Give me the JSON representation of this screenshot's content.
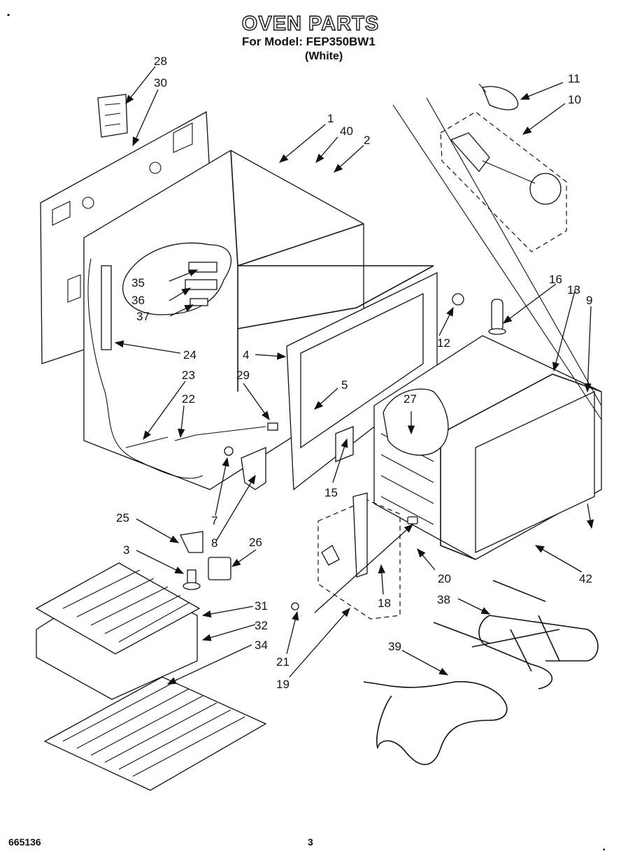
{
  "header": {
    "title": "OVEN PARTS",
    "model_line": "For Model: FEP350BW1",
    "color_line": "(White)"
  },
  "footer": {
    "doc_number": "665136",
    "page_number": "3"
  },
  "marks": {
    "top_left": "▪",
    "bottom_right": "▪"
  },
  "callouts": [
    {
      "id": "c28",
      "label": "28"
    },
    {
      "id": "c30",
      "label": "30"
    },
    {
      "id": "c1",
      "label": "1"
    },
    {
      "id": "c40",
      "label": "40"
    },
    {
      "id": "c2",
      "label": "2"
    },
    {
      "id": "c11",
      "label": "11"
    },
    {
      "id": "c10",
      "label": "10"
    },
    {
      "id": "c35",
      "label": "35"
    },
    {
      "id": "c36",
      "label": "36"
    },
    {
      "id": "c37",
      "label": "37"
    },
    {
      "id": "c24",
      "label": "24"
    },
    {
      "id": "c16",
      "label": "16"
    },
    {
      "id": "c13",
      "label": "13"
    },
    {
      "id": "c9",
      "label": "9"
    },
    {
      "id": "c12",
      "label": "12"
    },
    {
      "id": "c4",
      "label": "4"
    },
    {
      "id": "c23",
      "label": "23"
    },
    {
      "id": "c29",
      "label": "29"
    },
    {
      "id": "c22",
      "label": "22"
    },
    {
      "id": "c5",
      "label": "5"
    },
    {
      "id": "c27",
      "label": "27"
    },
    {
      "id": "c15",
      "label": "15"
    },
    {
      "id": "c25",
      "label": "25"
    },
    {
      "id": "c7",
      "label": "7"
    },
    {
      "id": "c8",
      "label": "8"
    },
    {
      "id": "c3",
      "label": "3"
    },
    {
      "id": "c26",
      "label": "26"
    },
    {
      "id": "c20",
      "label": "20"
    },
    {
      "id": "c42",
      "label": "42"
    },
    {
      "id": "c18",
      "label": "18"
    },
    {
      "id": "c38",
      "label": "38"
    },
    {
      "id": "c31",
      "label": "31"
    },
    {
      "id": "c32",
      "label": "32"
    },
    {
      "id": "c34",
      "label": "34"
    },
    {
      "id": "c21",
      "label": "21"
    },
    {
      "id": "c19",
      "label": "19"
    },
    {
      "id": "c39",
      "label": "39"
    }
  ]
}
